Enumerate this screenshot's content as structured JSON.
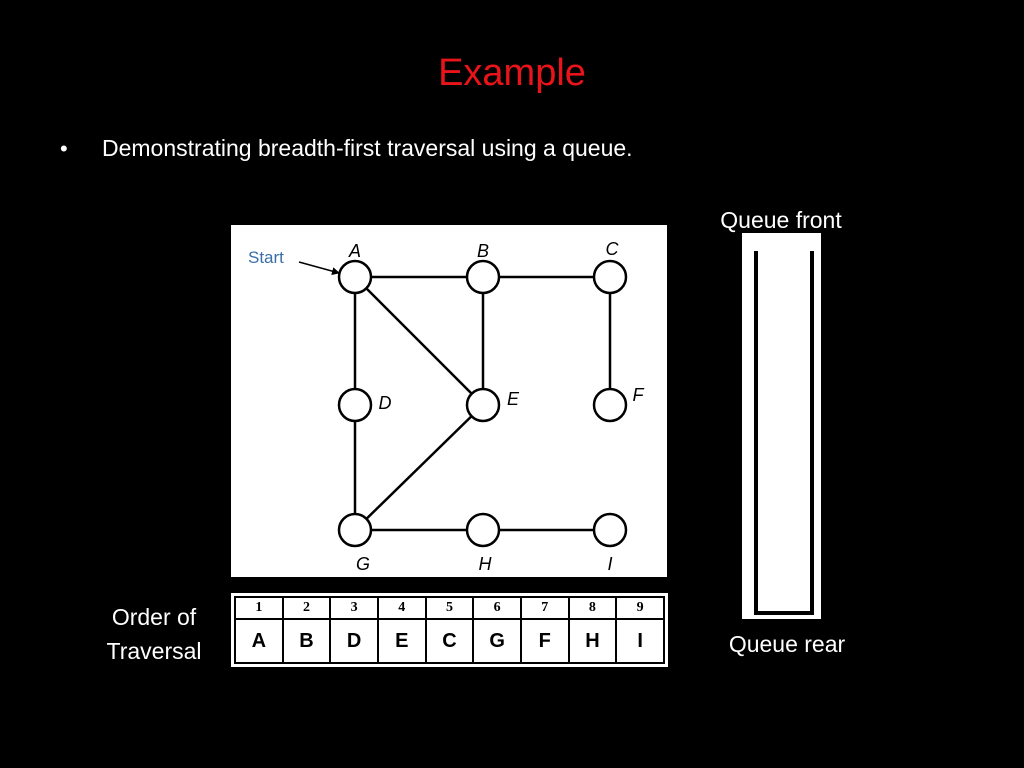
{
  "slide": {
    "title": "Example",
    "bullet_symbol": "•",
    "bullet_text": "Demonstrating breadth-first traversal using a queue."
  },
  "graph": {
    "start_label": "Start",
    "nodes": [
      {
        "id": "A",
        "label": "A"
      },
      {
        "id": "B",
        "label": "B"
      },
      {
        "id": "C",
        "label": "C"
      },
      {
        "id": "D",
        "label": "D"
      },
      {
        "id": "E",
        "label": "E"
      },
      {
        "id": "F",
        "label": "F"
      },
      {
        "id": "G",
        "label": "G"
      },
      {
        "id": "H",
        "label": "H"
      },
      {
        "id": "I",
        "label": "I"
      }
    ],
    "edges": [
      [
        "A",
        "B"
      ],
      [
        "B",
        "C"
      ],
      [
        "A",
        "D"
      ],
      [
        "A",
        "E"
      ],
      [
        "B",
        "E"
      ],
      [
        "C",
        "F"
      ],
      [
        "D",
        "G"
      ],
      [
        "E",
        "G"
      ],
      [
        "G",
        "H"
      ],
      [
        "H",
        "I"
      ]
    ],
    "start_color": "#3a6ea8"
  },
  "order": {
    "label_line1": "Order of",
    "label_line2": "Traversal",
    "indices": [
      "1",
      "2",
      "3",
      "4",
      "5",
      "6",
      "7",
      "8",
      "9"
    ],
    "values": [
      "A",
      "B",
      "D",
      "E",
      "C",
      "G",
      "F",
      "H",
      "I"
    ]
  },
  "queue": {
    "front_label": "Queue front",
    "rear_label": "Queue rear"
  },
  "colors": {
    "title": "#e8141a",
    "background": "#000000",
    "text": "#ffffff"
  }
}
